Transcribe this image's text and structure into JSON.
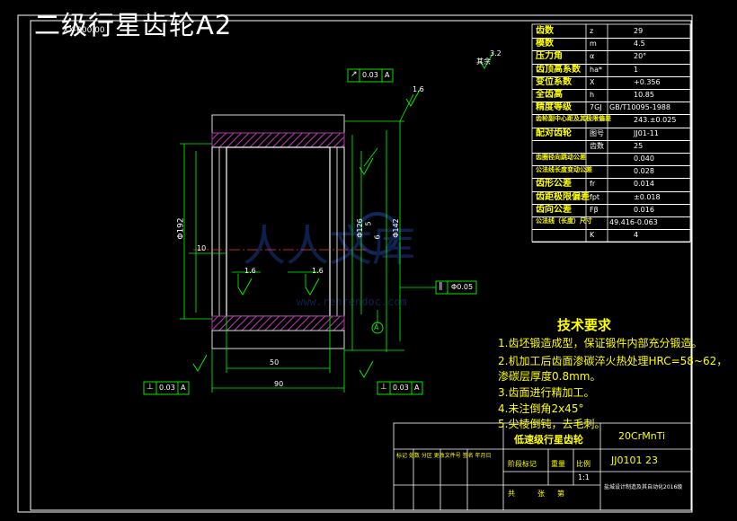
{
  "drawing_title": "二级行星齿轮A2",
  "corner_tag": "XX-000.00",
  "params_table": {
    "rows": [
      {
        "name": "齿数",
        "symbol": "z",
        "value": "29"
      },
      {
        "name": "模数",
        "symbol": "m",
        "value": "4.5"
      },
      {
        "name": "压力角",
        "symbol": "α",
        "value": "20°"
      },
      {
        "name": "齿顶高系数",
        "symbol": "ha*",
        "value": "1"
      },
      {
        "name": "变位系数",
        "symbol": "X",
        "value": "+0.356"
      },
      {
        "name": "全齿高",
        "symbol": "h",
        "value": "10.85"
      },
      {
        "name": "精度等级",
        "symbol": "7GJ",
        "value": "GB/T10095-1988"
      },
      {
        "name": "齿轮副中心距及其极限偏差",
        "symbol": "",
        "value": "243.±0.025"
      },
      {
        "name": "配对齿轮",
        "symbol": "图号",
        "value": "JJ01-11"
      },
      {
        "name": "",
        "symbol": "齿数",
        "value": "25"
      },
      {
        "name": "齿圈径向跳动公差",
        "symbol": "",
        "value": "0.040"
      },
      {
        "name": "公法线长度变动公差",
        "symbol": "",
        "value": "0.028"
      },
      {
        "name": "齿形公差",
        "symbol": "fr",
        "value": "0.014"
      },
      {
        "name": "齿距极限偏差",
        "symbol": "fpt",
        "value": "±0.018"
      },
      {
        "name": "齿向公差",
        "symbol": "Fβ",
        "value": "0.016"
      },
      {
        "name": "公法线（长度）尺寸",
        "symbol": "",
        "value": "49.416-0.063"
      },
      {
        "name": "",
        "symbol": "K",
        "value": "4"
      }
    ]
  },
  "dims": {
    "bore_dia": "Φ192",
    "dim_10": "10",
    "dim_5": "5",
    "dim_6": "6",
    "pitch_dia": "Φ142",
    "inner_dia": "Φ126",
    "bottom_width": "90",
    "inner_width": "50",
    "roughness_a": "1.6",
    "roughness_b": "1.6",
    "roughness_c": "3.2",
    "roughness_note": "其余",
    "roughness_top": "1.6"
  },
  "tolerances": {
    "runout_top": {
      "sym": "↗",
      "val": "0.03",
      "ref": "A"
    },
    "flat_right": {
      "sym": "∥",
      "val": "Φ0.05",
      "ref": ""
    },
    "perp_left": {
      "sym": "⊥",
      "val": "0.03",
      "ref": "A"
    },
    "perp_right": {
      "sym": "⊥",
      "val": "0.03",
      "ref": "A"
    },
    "datum": "A"
  },
  "tech_requirements": {
    "heading": "技术要求",
    "items": [
      "1.齿坯锻造成型，保证锻件内部充分锻造。",
      "2.机加工后齿面渗碳淬火热处理HRC=58~62，",
      "   渗碳层厚度0.8mm。",
      "3.齿面进行精加工。",
      "4.未注倒角2x45°",
      "5.尖棱倒钝，去毛刺。"
    ]
  },
  "title_block": {
    "part_name": "低速级行星齿轮",
    "material": "20CrMnTi",
    "drawing_no": "JJ0101 23",
    "scale_label": "阶段标记",
    "weight_label": "重量",
    "ratio_label": "比例",
    "ratio": "1:1",
    "sheets_label": "共",
    "sheet_label": "张",
    "page_label": "第",
    "company": "盐城设计制造及其自动化2016级",
    "left_header": "标记 处数 分区 更改文件号 签名 年月日"
  },
  "watermark": {
    "brand": "人人文库",
    "url": "www.renrendoc.com"
  }
}
